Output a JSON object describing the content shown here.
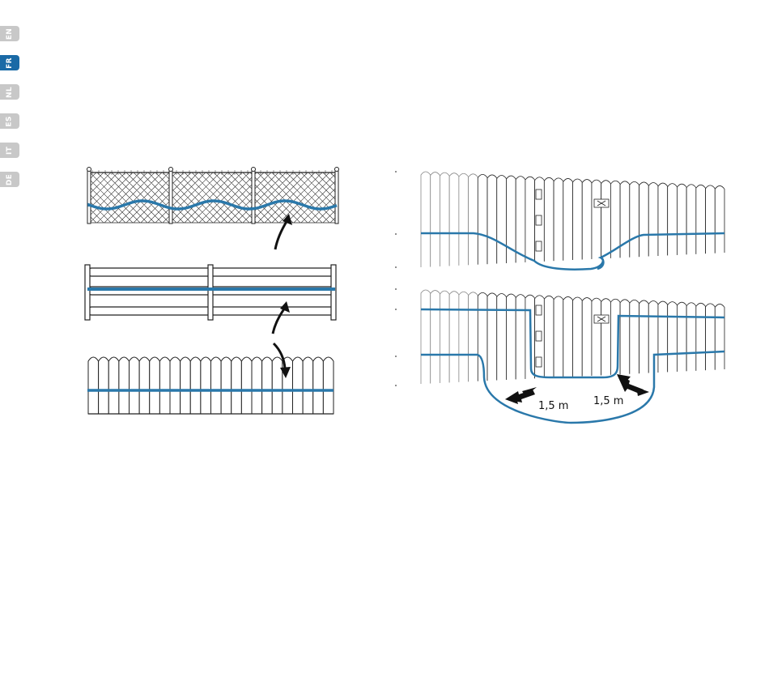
{
  "language_tabs": [
    {
      "code": "EN",
      "active": false
    },
    {
      "code": "FR",
      "active": true
    },
    {
      "code": "NL",
      "active": false
    },
    {
      "code": "ES",
      "active": false
    },
    {
      "code": "IT",
      "active": false
    },
    {
      "code": "DE",
      "active": false
    }
  ],
  "colors": {
    "accent": "#1a6aa6",
    "wire": "#2a78aa",
    "tab_inactive": "#c8c8c8",
    "line": "#222222"
  },
  "illustration": {
    "gate_crossing_distance_left": "1,5 m",
    "gate_crossing_distance_right": "1,5 m"
  }
}
